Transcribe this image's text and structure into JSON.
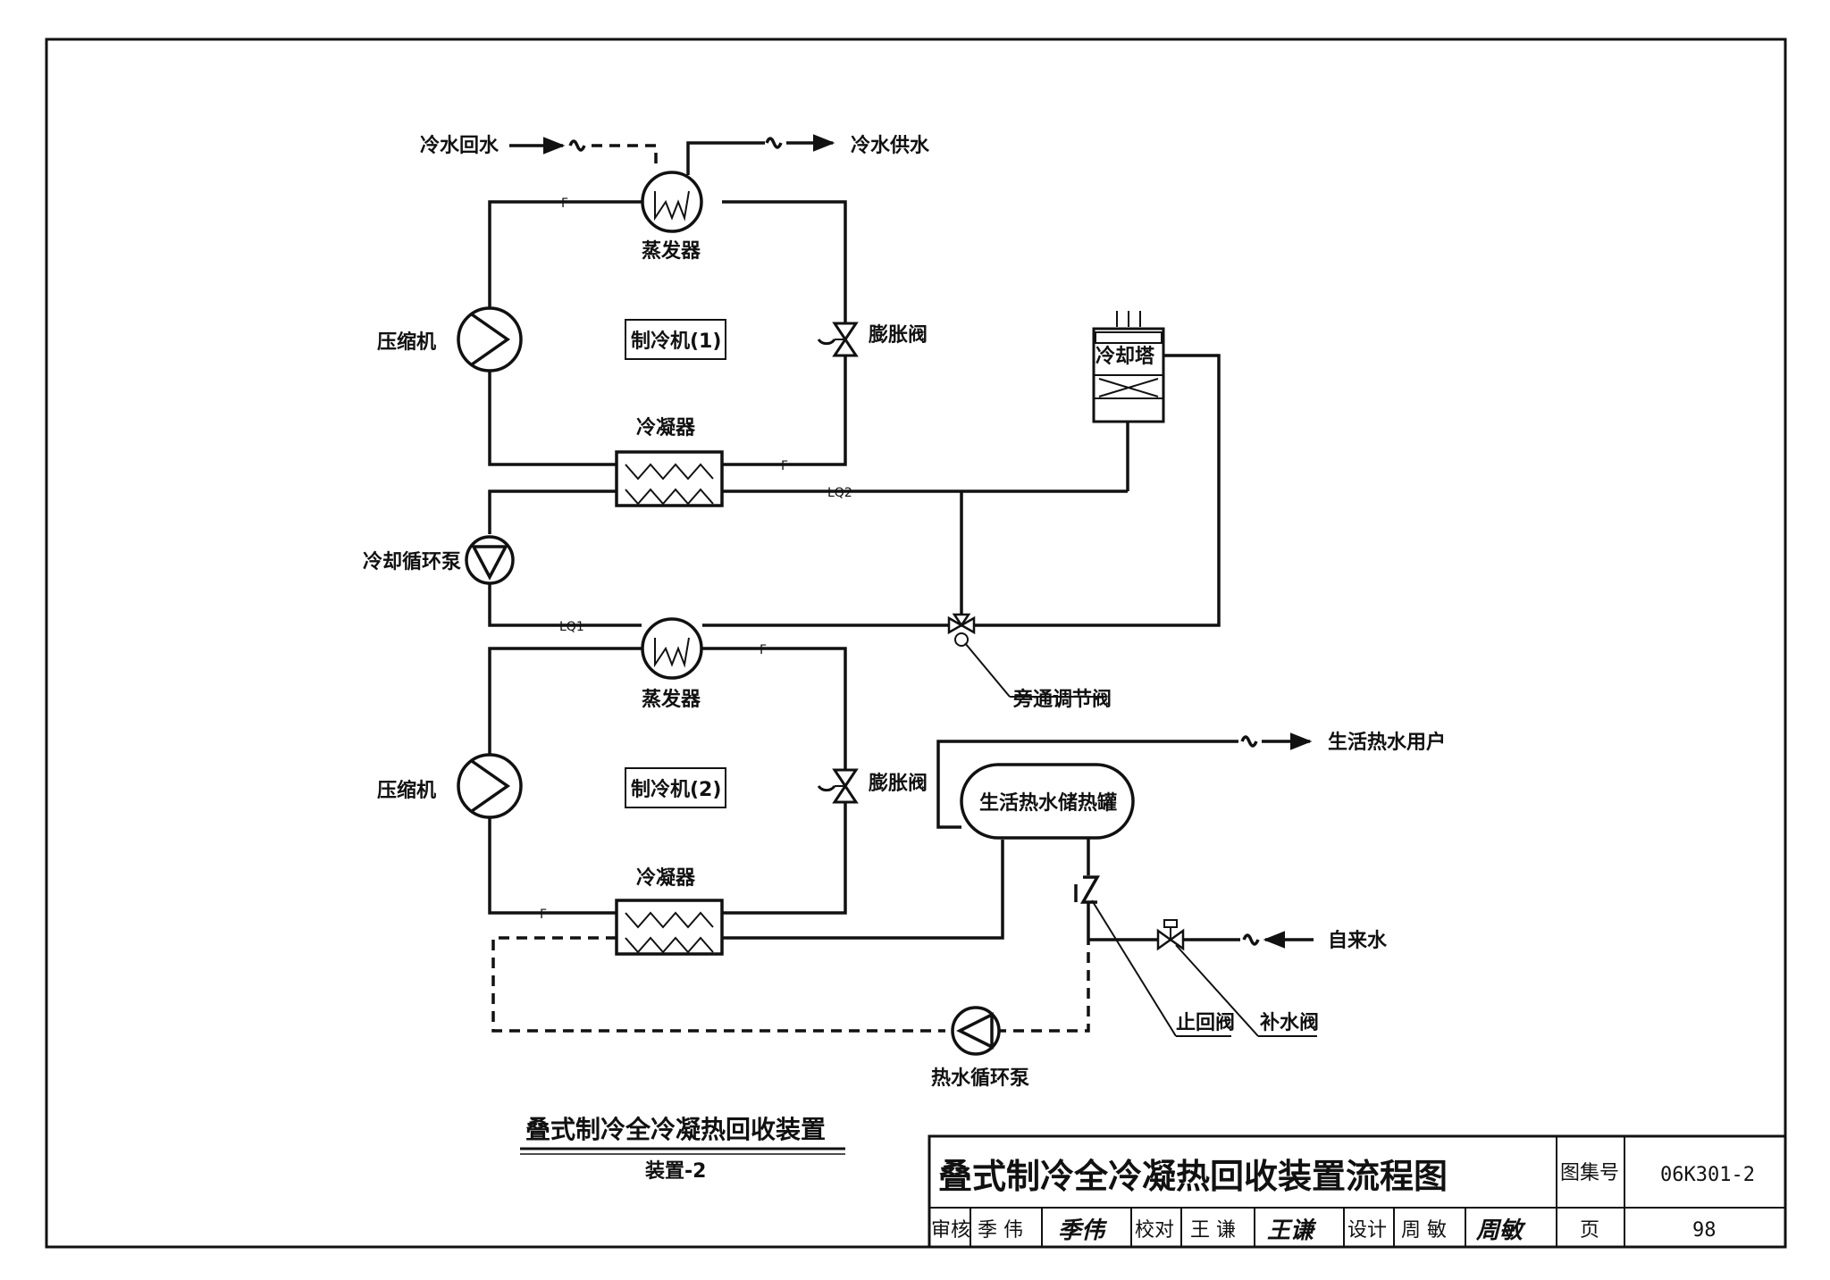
{
  "labels": {
    "chilled_return": "冷水回水",
    "chilled_supply": "冷水供水",
    "evaporator_1": "蒸发器",
    "compressor_1": "压缩机",
    "chiller_1": "制冷机(1)",
    "expansion_valve_1": "膨胀阀",
    "condenser_1": "冷凝器",
    "cooling_tower": "冷却塔",
    "cooling_pump": "冷却循环泵",
    "bypass_valve": "旁通调节阀",
    "evaporator_2": "蒸发器",
    "compressor_2": "压缩机",
    "chiller_2": "制冷机(2)",
    "expansion_valve_2": "膨胀阀",
    "condenser_2": "冷凝器",
    "hot_water_users": "生活热水用户",
    "storage_tank": "生活热水储热罐",
    "tap_water": "自来水",
    "check_valve": "止回阀",
    "makeup_valve": "补水阀",
    "hot_water_pump": "热水循环泵"
  },
  "pipe_tags": {
    "f1": "F",
    "f2": "F",
    "f3": "F",
    "f4": "F",
    "lq1": "LQ1",
    "lq2": "LQ2"
  },
  "caption": {
    "title": "叠式制冷全冷凝热回收装置",
    "subtitle": "装置-2"
  },
  "title_block": {
    "drawing_title": "叠式制冷全冷凝热回收装置流程图",
    "atlas_label": "图集号",
    "atlas_number": "06K301-2",
    "review_label": "审核",
    "reviewer": "季 伟",
    "review_signature": "季伟",
    "check_label": "校对",
    "checker": "王 谦",
    "check_signature": "王谦",
    "design_label": "设计",
    "designer": "周 敏",
    "design_signature": "周敏",
    "page_label": "页",
    "page_number": "98"
  }
}
